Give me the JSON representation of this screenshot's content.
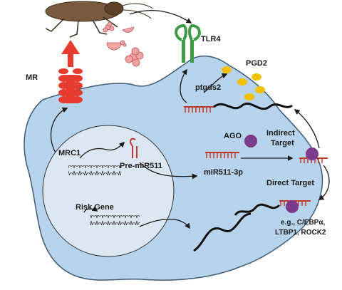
{
  "labels": {
    "mr": "MR",
    "tlr4": "TLR4",
    "pgd2": "PGD2",
    "ptgds2": "ptgds2",
    "ago": "AGO",
    "indirect_target_line1": "Indirect",
    "indirect_target_line2": "Target",
    "mrc1": "MRC1",
    "pre_mir511": "Pre-miR511",
    "mir511_3p": "miR511-3p",
    "direct_target": "Direct Target",
    "risk_gene": "Risk Gene",
    "examples_line1": "e.g., C/EBPα,",
    "examples_line2": "LTBP1, ROCK2"
  },
  "icons": {
    "allergen_source": "cockroach-icon",
    "allergen_particles": "allergen-particles-icon",
    "receptor_mr": "mannose-receptor-icon",
    "receptor_tlr4": "tlr4-receptor-icon",
    "pgd2_molecules": "pgd2-molecules-icon",
    "argonaute": "ago-protein-icon"
  },
  "colors": {
    "cell_fill": "#b8d4ec",
    "cell_stroke": "#3f5a73",
    "nucleus_fill": "#dbe7f3",
    "receptor_red": "#e63b2e",
    "receptor_green": "#3d9a45",
    "pgd2_yellow": "#f2c000",
    "allergen_pink": "#f0a4a4",
    "ago_purple": "#7b3b8c",
    "rna_red": "#c0392b"
  }
}
